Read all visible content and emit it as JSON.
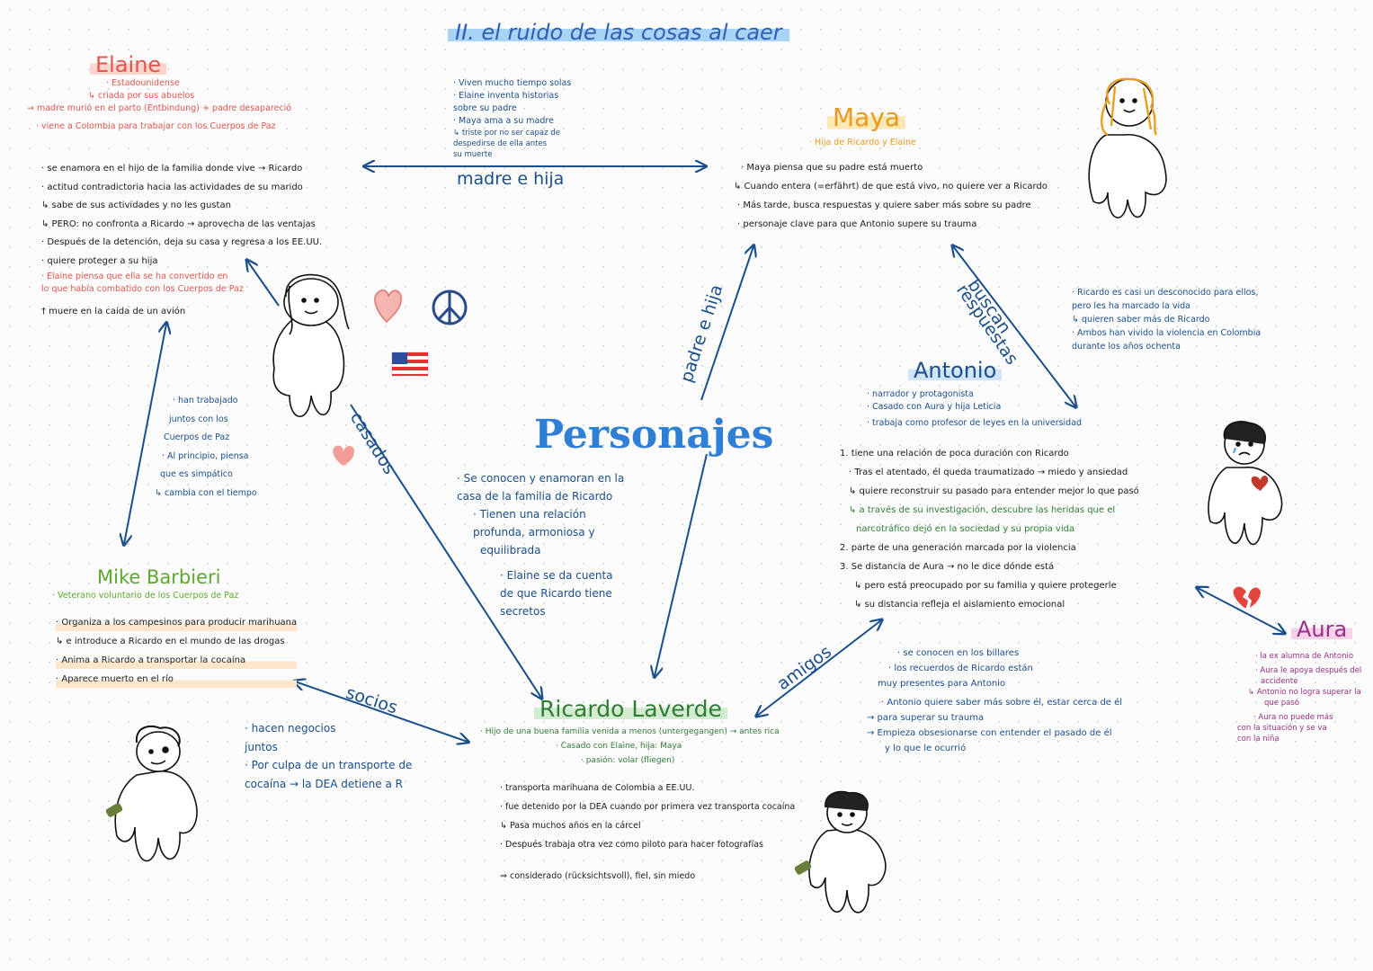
{
  "title": "II. el ruido de las cosas al caer",
  "center_title": "Personajes",
  "colors": {
    "ink": "#1b4f8a",
    "title_blue": "#2f7fd6",
    "elaine": "#e0574f",
    "maya": "#e69a22",
    "mike": "#5da82e",
    "ricardo": "#2e7d32",
    "aura": "#9b2e86"
  },
  "elaine": {
    "name": "Elaine",
    "intro": [
      "· Estadounidense",
      "↳ criada por sus abuelos",
      "→ madre murió en el parto (Entbindung) + padre desapareció",
      "· viene a Colombia para trabajar con los Cuerpos de Paz"
    ],
    "points": [
      "· se enamora en el hijo de la familia donde vive → Ricardo",
      "· actitud contradictoria hacia las actividades de su marido",
      "↳ sabe de sus actividades y no les gustan",
      "↳ PERO: no confronta a Ricardo → aprovecha de las ventajas",
      "· Después de la detención, deja su casa y regresa a los EE.UU.",
      "· quiere proteger a su hija",
      "· Elaine piensa que ella se ha convertido en",
      "  lo que había combatido con los Cuerpos de Paz",
      "† muere en la caída de un avión"
    ]
  },
  "madre_hija": {
    "label": "madre e hija",
    "notes": [
      "· Viven mucho tiempo solas",
      "· Elaine inventa historias",
      "  sobre su padre",
      "· Maya ama a su madre",
      "↳ triste por no ser capaz de",
      "  despedirse de ella antes",
      "  su muerte"
    ]
  },
  "maya": {
    "name": "Maya",
    "subtitle": "· Hija de Ricardo y Elaine",
    "points": [
      "· Maya piensa que su padre está muerto",
      "↳ Cuando entera (=erfährt) de que está vivo, no quiere ver a Ricardo",
      "· Más tarde, busca respuestas y quiere saber más sobre su padre",
      "· personaje clave para que Antonio supere su trauma"
    ]
  },
  "buscan": {
    "label1": "buscan",
    "label2": "respuestas"
  },
  "padre_hija": {
    "label": "padre e hija"
  },
  "ricardo_unknown": [
    "· Ricardo es casi un desconocido para ellos,",
    "  pero les ha marcado la vida",
    "↳ quieren saber más de Ricardo",
    "· Ambos han vivido la violencia en Colombia",
    "  durante los años ochenta"
  ],
  "antonio": {
    "name": "Antonio",
    "intro": [
      "· narrador y protagonista",
      "· Casado con Aura y hija Leticia",
      "· trabaja como profesor de leyes en la universidad"
    ],
    "points": [
      "1. tiene una relación de poca duración con Ricardo",
      "· Tras el atentado, él queda traumatizado → miedo y ansiedad",
      "↳ quiere reconstruir su pasado para entender mejor lo que pasó",
      "↳ a través de su investigación, descubre las heridas que el",
      "  narcotráfico dejó en la sociedad y su propia vida",
      "2. parte de una generación marcada por la violencia",
      "3. Se distancia de Aura → no le dice dónde está",
      "↳ pero está preocupado por su familia y quiere protegerle",
      "↳ su distancia refleja el aislamiento emocional"
    ]
  },
  "aura": {
    "name": "Aura",
    "points": [
      "· la ex alumna de Antonio",
      "· Aura le apoya después del",
      "  accidente",
      "↳ Antonio no logra superar la",
      "  que pasó",
      "· Aura no puede más",
      "  con la situación y se va",
      "  con la niña"
    ]
  },
  "casados": {
    "label": "casados",
    "notes": [
      "· Se conocen y enamoran en la",
      "  casa de la familia de Ricardo",
      "· Tienen una relación",
      "  profunda, armoniosa y",
      "  equilibrada",
      "· Elaine se da cuenta",
      "  de que Ricardo tiene",
      "  secretos"
    ]
  },
  "mike_elaine_notes": [
    "· han trabajado",
    "juntos con los",
    "Cuerpos de Paz",
    "· Al principio, piensa",
    "que es simpático",
    "↳ cambia con el tiempo"
  ],
  "mike": {
    "name": "Mike Barbieri",
    "subtitle": "· Veterano voluntario de los Cuerpos de Paz",
    "points": [
      "· Organiza a los campesinos para producir marihuana",
      "↳ e introduce a Ricardo en el mundo de las drogas",
      "· Anima a Ricardo a transportar la cocaína",
      "· Aparece muerto en el río"
    ]
  },
  "socios": {
    "label": "socios",
    "notes": [
      "· hacen negocios",
      "  juntos",
      "· Por culpa de un transporte de",
      "  cocaína → la DEA detiene a R"
    ]
  },
  "ricardo": {
    "name": "Ricardo Laverde",
    "intro": [
      "· Hijo de una buena familia venida a menos (untergegangen) → antes rica",
      "· Casado con Elaine, hija: Maya",
      "· pasión: volar (fliegen)"
    ],
    "points": [
      "· transporta marihuana de Colombia a EE.UU.",
      "· fue detenido por la DEA cuando por primera vez transporta cocaína",
      "↳ Pasa muchos años en la cárcel",
      "· Después trabaja otra vez como piloto para hacer fotografías",
      "⇒ considerado (rücksichtsvoll), fiel, sin miedo"
    ]
  },
  "amigos": {
    "label": "amigos",
    "notes": [
      "· se conocen en los billares",
      "· los recuerdos de Ricardo están",
      "  muy presentes para Antonio",
      "· Antonio quiere saber más sobre él, estar cerca de él",
      "→ para superar su trauma",
      "→ Empieza obsesionarse con entender el pasado de él",
      "  y lo que le ocurrió"
    ]
  }
}
